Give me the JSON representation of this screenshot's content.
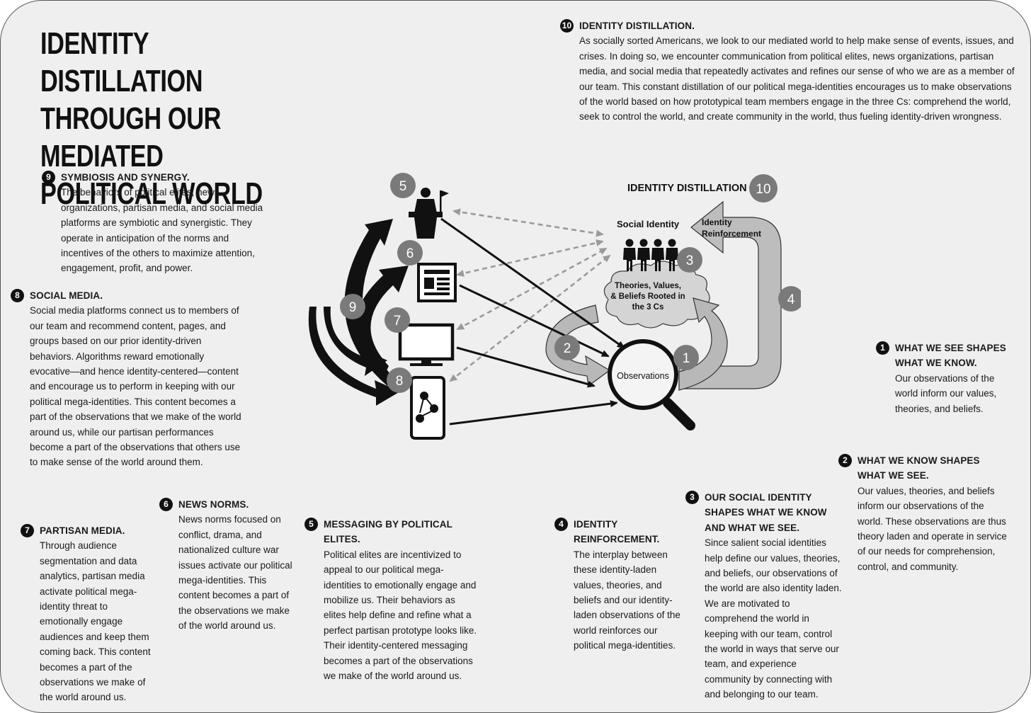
{
  "title": "IDENTITY DISTILLATION THROUGH OUR MEDIATED POLITICAL WORLD",
  "colors": {
    "panel": "#efefef",
    "ink": "#111111",
    "grey_badge": "#7a7a7a",
    "arrow_fill": "#b8b8b8",
    "dashed": "#9a9a9a"
  },
  "blocks": {
    "b10": {
      "num": "10",
      "heading": "IDENTITY DISTILLATION.",
      "text": "As socially sorted Americans, we look to our mediated world to help make sense of events, issues, and crises. In doing so, we encounter communication from political elites, news organizations, partisan media, and social media that repeatedly activates and refines our sense of who we are as a member of our team. This constant distillation of our political mega-identities encourages us to make observations of the world based on how prototypical team members engage in the three Cs: comprehend the world, seek to control the world, and create community in the world, thus fueling identity-driven wrongness."
    },
    "b9": {
      "num": "9",
      "heading": "SYMBIOSIS AND SYNERGY.",
      "text": "The behaviors of political elites, news organizations, partisan media, and social media platforms are symbiotic and synergistic. They operate in anticipation of the norms and incentives of the others to maximize attention, engagement, profit, and power."
    },
    "b8": {
      "num": "8",
      "heading": "SOCIAL MEDIA.",
      "text": "Social media platforms connect us to members of our team and recommend content, pages, and groups based on our prior identity-driven behaviors. Algorithms reward emotionally evocative—and hence identity-centered—content and encourage us to perform in keeping with our political mega-identities. This content becomes a part of the observations that we make of the world around us, while our partisan performances become a part of the observations that others use to make sense of the world around them."
    },
    "b7": {
      "num": "7",
      "heading": "PARTISAN MEDIA.",
      "text": "Through audience segmentation and data analytics, partisan media activate political mega-identity threat to emotionally engage audiences and keep them coming back. This content becomes a part of the observations we make of the world around us."
    },
    "b6": {
      "num": "6",
      "heading": "NEWS NORMS.",
      "text": "News norms focused on conflict, drama, and nationalized culture war issues activate our political mega-identities. This content becomes a part of the observations we make of the world around us."
    },
    "b5": {
      "num": "5",
      "heading": "MESSAGING BY POLITICAL ELITES.",
      "text": "Political elites are incentivized to appeal to our political mega-identities to emotionally engage and mobilize us. Their behaviors as elites help define and refine what a perfect partisan prototype looks like. Their identity-centered messaging becomes a part of the observations we make of the world around us."
    },
    "b4": {
      "num": "4",
      "heading": "IDENTITY REINFORCEMENT.",
      "text": "The interplay between these identity-laden values, theories, and beliefs and our identity-laden observations of the world reinforces our political mega-identities."
    },
    "b3": {
      "num": "3",
      "heading": "OUR SOCIAL IDENTITY SHAPES WHAT WE KNOW AND WHAT WE SEE.",
      "text": "Since salient social identities help define our values, theories, and beliefs, our observations of the world are also identity laden. We are motivated to comprehend the world in keeping with our team, control the world in ways that serve our team, and experience community by connecting with and belonging to our team."
    },
    "b2": {
      "num": "2",
      "heading": "WHAT WE KNOW SHAPES WHAT WE SEE.",
      "text": "Our values, theories, and beliefs inform our observations of the world. These observations are thus theory laden and operate in service of our needs for comprehension, control, and community."
    },
    "b1": {
      "num": "1",
      "heading": "WHAT WE SEE SHAPES WHAT WE KNOW.",
      "text": "Our observations of the world inform our values, theories, and beliefs."
    }
  },
  "diagram": {
    "identity_distillation_label": "IDENTITY DISTILLATION",
    "social_identity_label": "Social Identity",
    "identity_reinforcement_label": [
      "Identity",
      "Reinforcement"
    ],
    "theories_label": [
      "Theories, Values,",
      "& Beliefs Rooted in",
      "the 3 Cs"
    ],
    "observations_label": "Observations",
    "badges": [
      "1",
      "2",
      "3",
      "4",
      "5",
      "6",
      "7",
      "8",
      "9",
      "10"
    ],
    "icons": [
      "podium-speaker-icon",
      "newspaper-icon",
      "tv-monitor-icon",
      "smartphone-network-icon",
      "people-group-icon",
      "magnifier-icon"
    ]
  }
}
